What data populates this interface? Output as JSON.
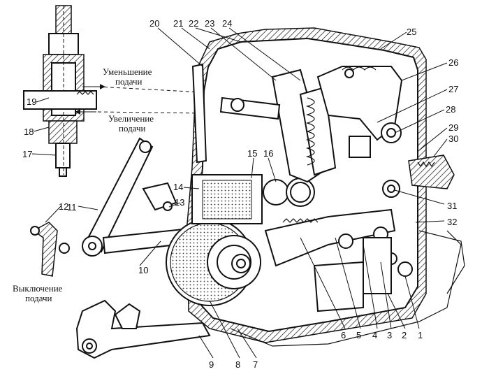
{
  "annotations": {
    "decrease_line1": "Уменьшение",
    "decrease_line2": "подачи",
    "increase_line1": "Увеличение",
    "increase_line2": "подачи",
    "off_line1": "Выключение",
    "off_line2": "подачи"
  },
  "callouts": [
    "1",
    "2",
    "3",
    "4",
    "5",
    "6",
    "7",
    "8",
    "9",
    "10",
    "11",
    "12",
    "13",
    "14",
    "15",
    "16",
    "17",
    "18",
    "19",
    "20",
    "21",
    "22",
    "23",
    "24",
    "25",
    "26",
    "27",
    "28",
    "29",
    "30",
    "31",
    "32"
  ]
}
